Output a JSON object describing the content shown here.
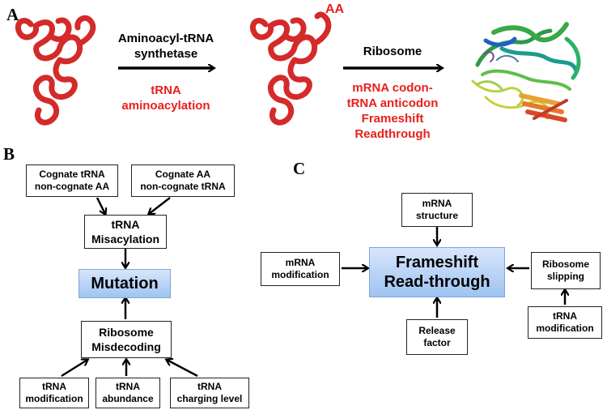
{
  "panels": {
    "a": "A",
    "b": "B",
    "c": "C"
  },
  "panel_a": {
    "aa_tag": "AA",
    "step1": {
      "line1": "Aminoacyl-tRNA",
      "line2": "synthetase",
      "red1": "tRNA",
      "red2": "aminoacylation"
    },
    "step2": {
      "line1": "Ribosome",
      "red1": "mRNA codon-",
      "red2": "tRNA anticodon",
      "red3": "Frameshift",
      "red4": "Readthrough"
    }
  },
  "panel_b": {
    "cognate_trna": [
      "Cognate tRNA",
      "non-cognate AA"
    ],
    "cognate_aa": [
      "Cognate AA",
      "non-cognate tRNA"
    ],
    "misacylation": [
      "tRNA",
      "Misacylation"
    ],
    "mutation": "Mutation",
    "misdecoding": [
      "Ribosome",
      "Misdecoding"
    ],
    "trna_modification": [
      "tRNA",
      "modification"
    ],
    "trna_abundance": [
      "tRNA",
      "abundance"
    ],
    "trna_charging": [
      "tRNA",
      "charging level"
    ]
  },
  "panel_c": {
    "mrna_structure": [
      "mRNA",
      "structure"
    ],
    "mrna_modification": [
      "mRNA",
      "modification"
    ],
    "center": [
      "Frameshift",
      "Read-through"
    ],
    "ribosome_slipping": [
      "Ribosome",
      "slipping"
    ],
    "release_factor": [
      "Release",
      "factor"
    ],
    "trna_modification": [
      "tRNA",
      "modification"
    ]
  },
  "colors": {
    "red": "#e8201c",
    "tube": "#d42a2a",
    "box_blue_top": "#d7e6fb",
    "box_blue_bottom": "#9fc3f2"
  }
}
